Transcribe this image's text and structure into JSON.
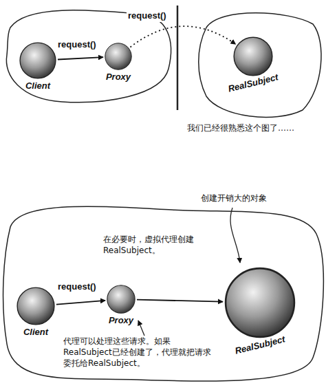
{
  "diagram": {
    "nodes": [
      {
        "text": [
          "Client"
        ]
      },
      {
        "text": [
          "Proxy"
        ]
      },
      {
        "text": [
          "RealSubject"
        ]
      },
      {
        "text": [
          "Client"
        ]
      },
      {
        "text": [
          "Proxy"
        ]
      },
      {
        "text": [
          "RealSubject"
        ]
      }
    ],
    "edges": [
      {
        "from": 0,
        "to": 1,
        "arrow": "to",
        "label": "request()"
      },
      {
        "from": 1,
        "to": 2,
        "arrow": "to",
        "label": "request()"
      },
      {
        "from": 3,
        "to": 4,
        "arrow": "to",
        "label": "request()"
      },
      {
        "from": 4,
        "to": 5,
        "arrow": "to"
      }
    ],
    "labels": [
      "我们已经很熟悉这个图了……",
      "创建开销大的对象",
      "在必要时，虚拟代理创建RealSubject。",
      "代理可以处理这些请求。如果RealSubject已经创建了，代理就把请求委托给RealSubject。"
    ]
  }
}
